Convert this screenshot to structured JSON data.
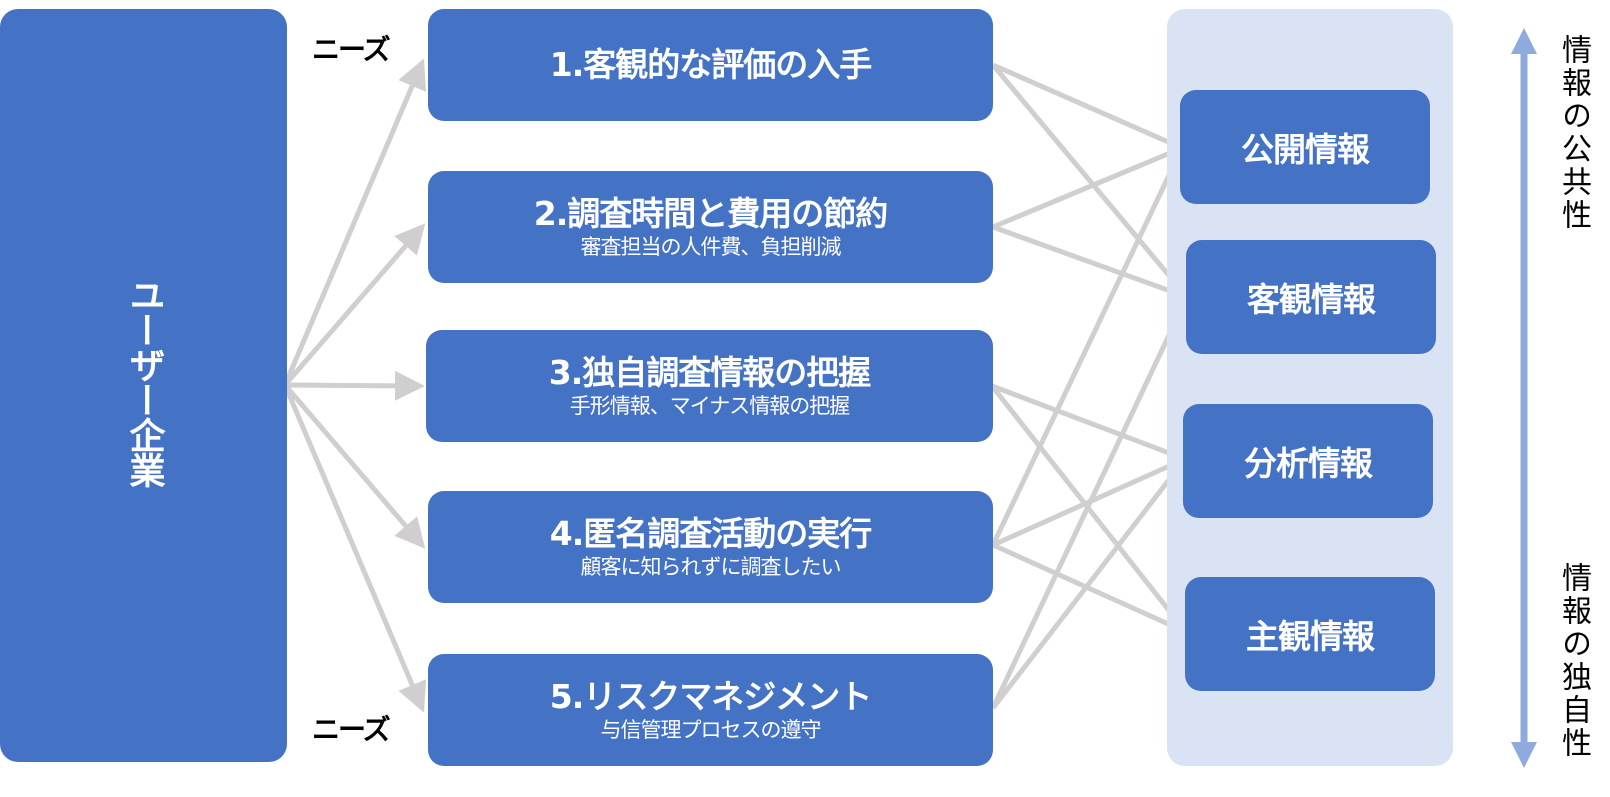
{
  "user": {
    "label": "ユーザー企業"
  },
  "needs_label": "ニーズ",
  "needs": [
    {
      "title": "1.客観的な評価の入手",
      "subtitle": ""
    },
    {
      "title": "2.調査時間と費用の節約",
      "subtitle": "審査担当の人件費、負担削減"
    },
    {
      "title": "3.独自調査情報の把握",
      "subtitle": "手形情報、マイナス情報の把握"
    },
    {
      "title": "4.匿名調査活動の実行",
      "subtitle": "顧客に知られずに調査したい"
    },
    {
      "title": "5.リスクマネジメント",
      "subtitle": "与信管理プロセスの遵守"
    }
  ],
  "info_types": [
    {
      "label": "公開情報"
    },
    {
      "label": "客観情報"
    },
    {
      "label": "分析情報"
    },
    {
      "label": "主観情報"
    }
  ],
  "connections": [
    {
      "need": 1,
      "info": 1
    },
    {
      "need": 1,
      "info": 2
    },
    {
      "need": 2,
      "info": 1
    },
    {
      "need": 2,
      "info": 2
    },
    {
      "need": 3,
      "info": 3
    },
    {
      "need": 3,
      "info": 4
    },
    {
      "need": 4,
      "info": 1
    },
    {
      "need": 4,
      "info": 3
    },
    {
      "need": 4,
      "info": 4
    },
    {
      "need": 5,
      "info": 2
    },
    {
      "need": 5,
      "info": 3
    }
  ],
  "axis": {
    "top_label": "情報の公共性",
    "bottom_label": "情報の独自性"
  },
  "colors": {
    "box": "#4472c4",
    "panel": "#dae3f3",
    "connector": "#d0cece",
    "axis_arrow": "#8faadc"
  }
}
